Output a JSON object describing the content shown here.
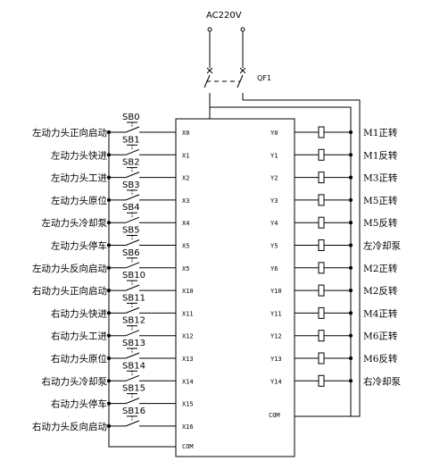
{
  "power": {
    "label": "AC220V"
  },
  "breaker": {
    "label": "QF1"
  },
  "inputs": [
    {
      "button": "SB0",
      "pin": "X0",
      "label": "左动力头正向启动"
    },
    {
      "button": "SB1",
      "pin": "X1",
      "label": "左动力头快进"
    },
    {
      "button": "SB2",
      "pin": "X2",
      "label": "左动力头工进"
    },
    {
      "button": "SB3",
      "pin": "X3",
      "label": "左动力头原位"
    },
    {
      "button": "SB4",
      "pin": "X4",
      "label": "左动力头冷却泵"
    },
    {
      "button": "SB5",
      "pin": "X5",
      "label": "左动力头停车"
    },
    {
      "button": "SB6",
      "pin": "X5",
      "label": "左动力头反向启动"
    },
    {
      "button": "SB10",
      "pin": "X10",
      "label": "右动力头正向启动"
    },
    {
      "button": "SB11",
      "pin": "X11",
      "label": "右动力头快进"
    },
    {
      "button": "SB12",
      "pin": "X12",
      "label": "右动力头工进"
    },
    {
      "button": "SB13",
      "pin": "X13",
      "label": "右动力头原位"
    },
    {
      "button": "SB14",
      "pin": "X14",
      "label": "右动力头冷却泵"
    },
    {
      "button": "SB15",
      "pin": "X15",
      "label": "右动力头停车"
    },
    {
      "button": "SB16",
      "pin": "X16",
      "label": "右动力头反向启动"
    }
  ],
  "input_com": "COM",
  "outputs": [
    {
      "pin": "Y0",
      "label": "M1正转"
    },
    {
      "pin": "Y1",
      "label": "M1反转"
    },
    {
      "pin": "Y2",
      "label": "M3正转"
    },
    {
      "pin": "Y3",
      "label": "M5正转"
    },
    {
      "pin": "Y4",
      "label": "M5反转"
    },
    {
      "pin": "Y5",
      "label": "左冷却泵"
    },
    {
      "pin": "Y6",
      "label": "M2正转"
    },
    {
      "pin": "Y10",
      "label": "M2反转"
    },
    {
      "pin": "Y11",
      "label": "M4正转"
    },
    {
      "pin": "Y12",
      "label": "M6正转"
    },
    {
      "pin": "Y13",
      "label": "M6反转"
    },
    {
      "pin": "Y14",
      "label": "右冷却泵"
    }
  ],
  "output_com": "COM"
}
